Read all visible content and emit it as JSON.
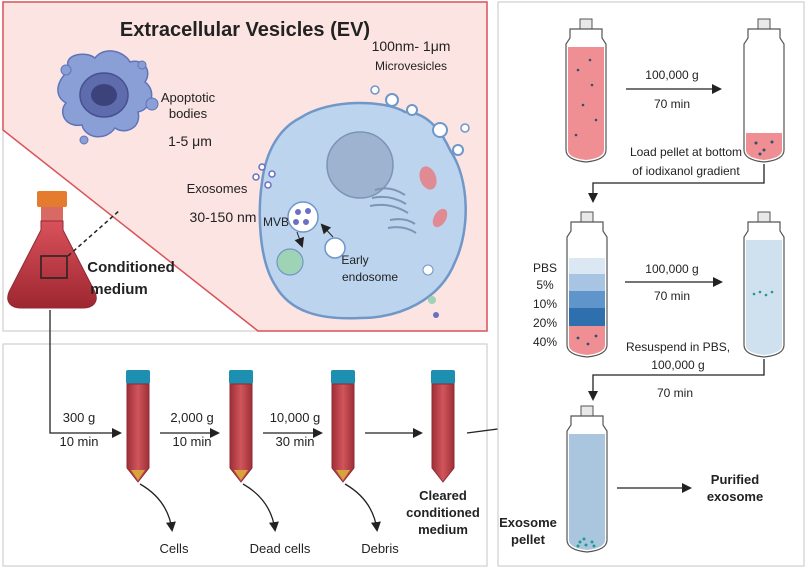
{
  "title": "Extracellular Vesicles (EV)",
  "ev_panel": {
    "apoptotic_bodies": [
      "Apoptotic",
      "bodies"
    ],
    "apoptotic_size": "1-5 μm",
    "microvesicle_size": "100nm- 1μm",
    "microvesicles": "Microvesicles",
    "exosomes": "Exosomes",
    "exosome_size": "30-150 nm",
    "mvb": "MVB",
    "early_endosome": [
      "Early",
      "endosome"
    ],
    "conditioned_medium": [
      "Conditioned",
      "medium"
    ]
  },
  "centrifugation": {
    "steps": [
      {
        "speed": "300 g",
        "time": "10 min",
        "pellet": "Cells"
      },
      {
        "speed": "2,000 g",
        "time": "10 min",
        "pellet": "Dead cells"
      },
      {
        "speed": "10,000 g",
        "time": "30 min",
        "pellet": "Debris"
      }
    ],
    "result": [
      "Cleared",
      "conditioned",
      "medium"
    ]
  },
  "purification": {
    "spin1_speed": "100,000 g",
    "spin1_time": "70 min",
    "load_step": [
      "Load pellet at bottom",
      "of iodixanol gradient"
    ],
    "gradient_layers": [
      "PBS",
      "5%",
      "10%",
      "20%",
      "40%"
    ],
    "spin2_speed": "100,000 g",
    "spin2_time": "70 min",
    "resuspend_step": [
      "Resuspend  in PBS,",
      "100,000 g"
    ],
    "spin3_time": "70 min",
    "exosome_pellet": [
      "Exosome",
      "pellet"
    ],
    "purified": [
      "Purified",
      "exosome"
    ]
  },
  "colors": {
    "medium_red": "#c2414a",
    "pink_panel": "#fbe4e2",
    "panel_border": "#d9545a",
    "cell_blue": "#bcd4ee",
    "gradient_blue": "#2e6fae",
    "cap_blue": "#1d8fb0"
  }
}
